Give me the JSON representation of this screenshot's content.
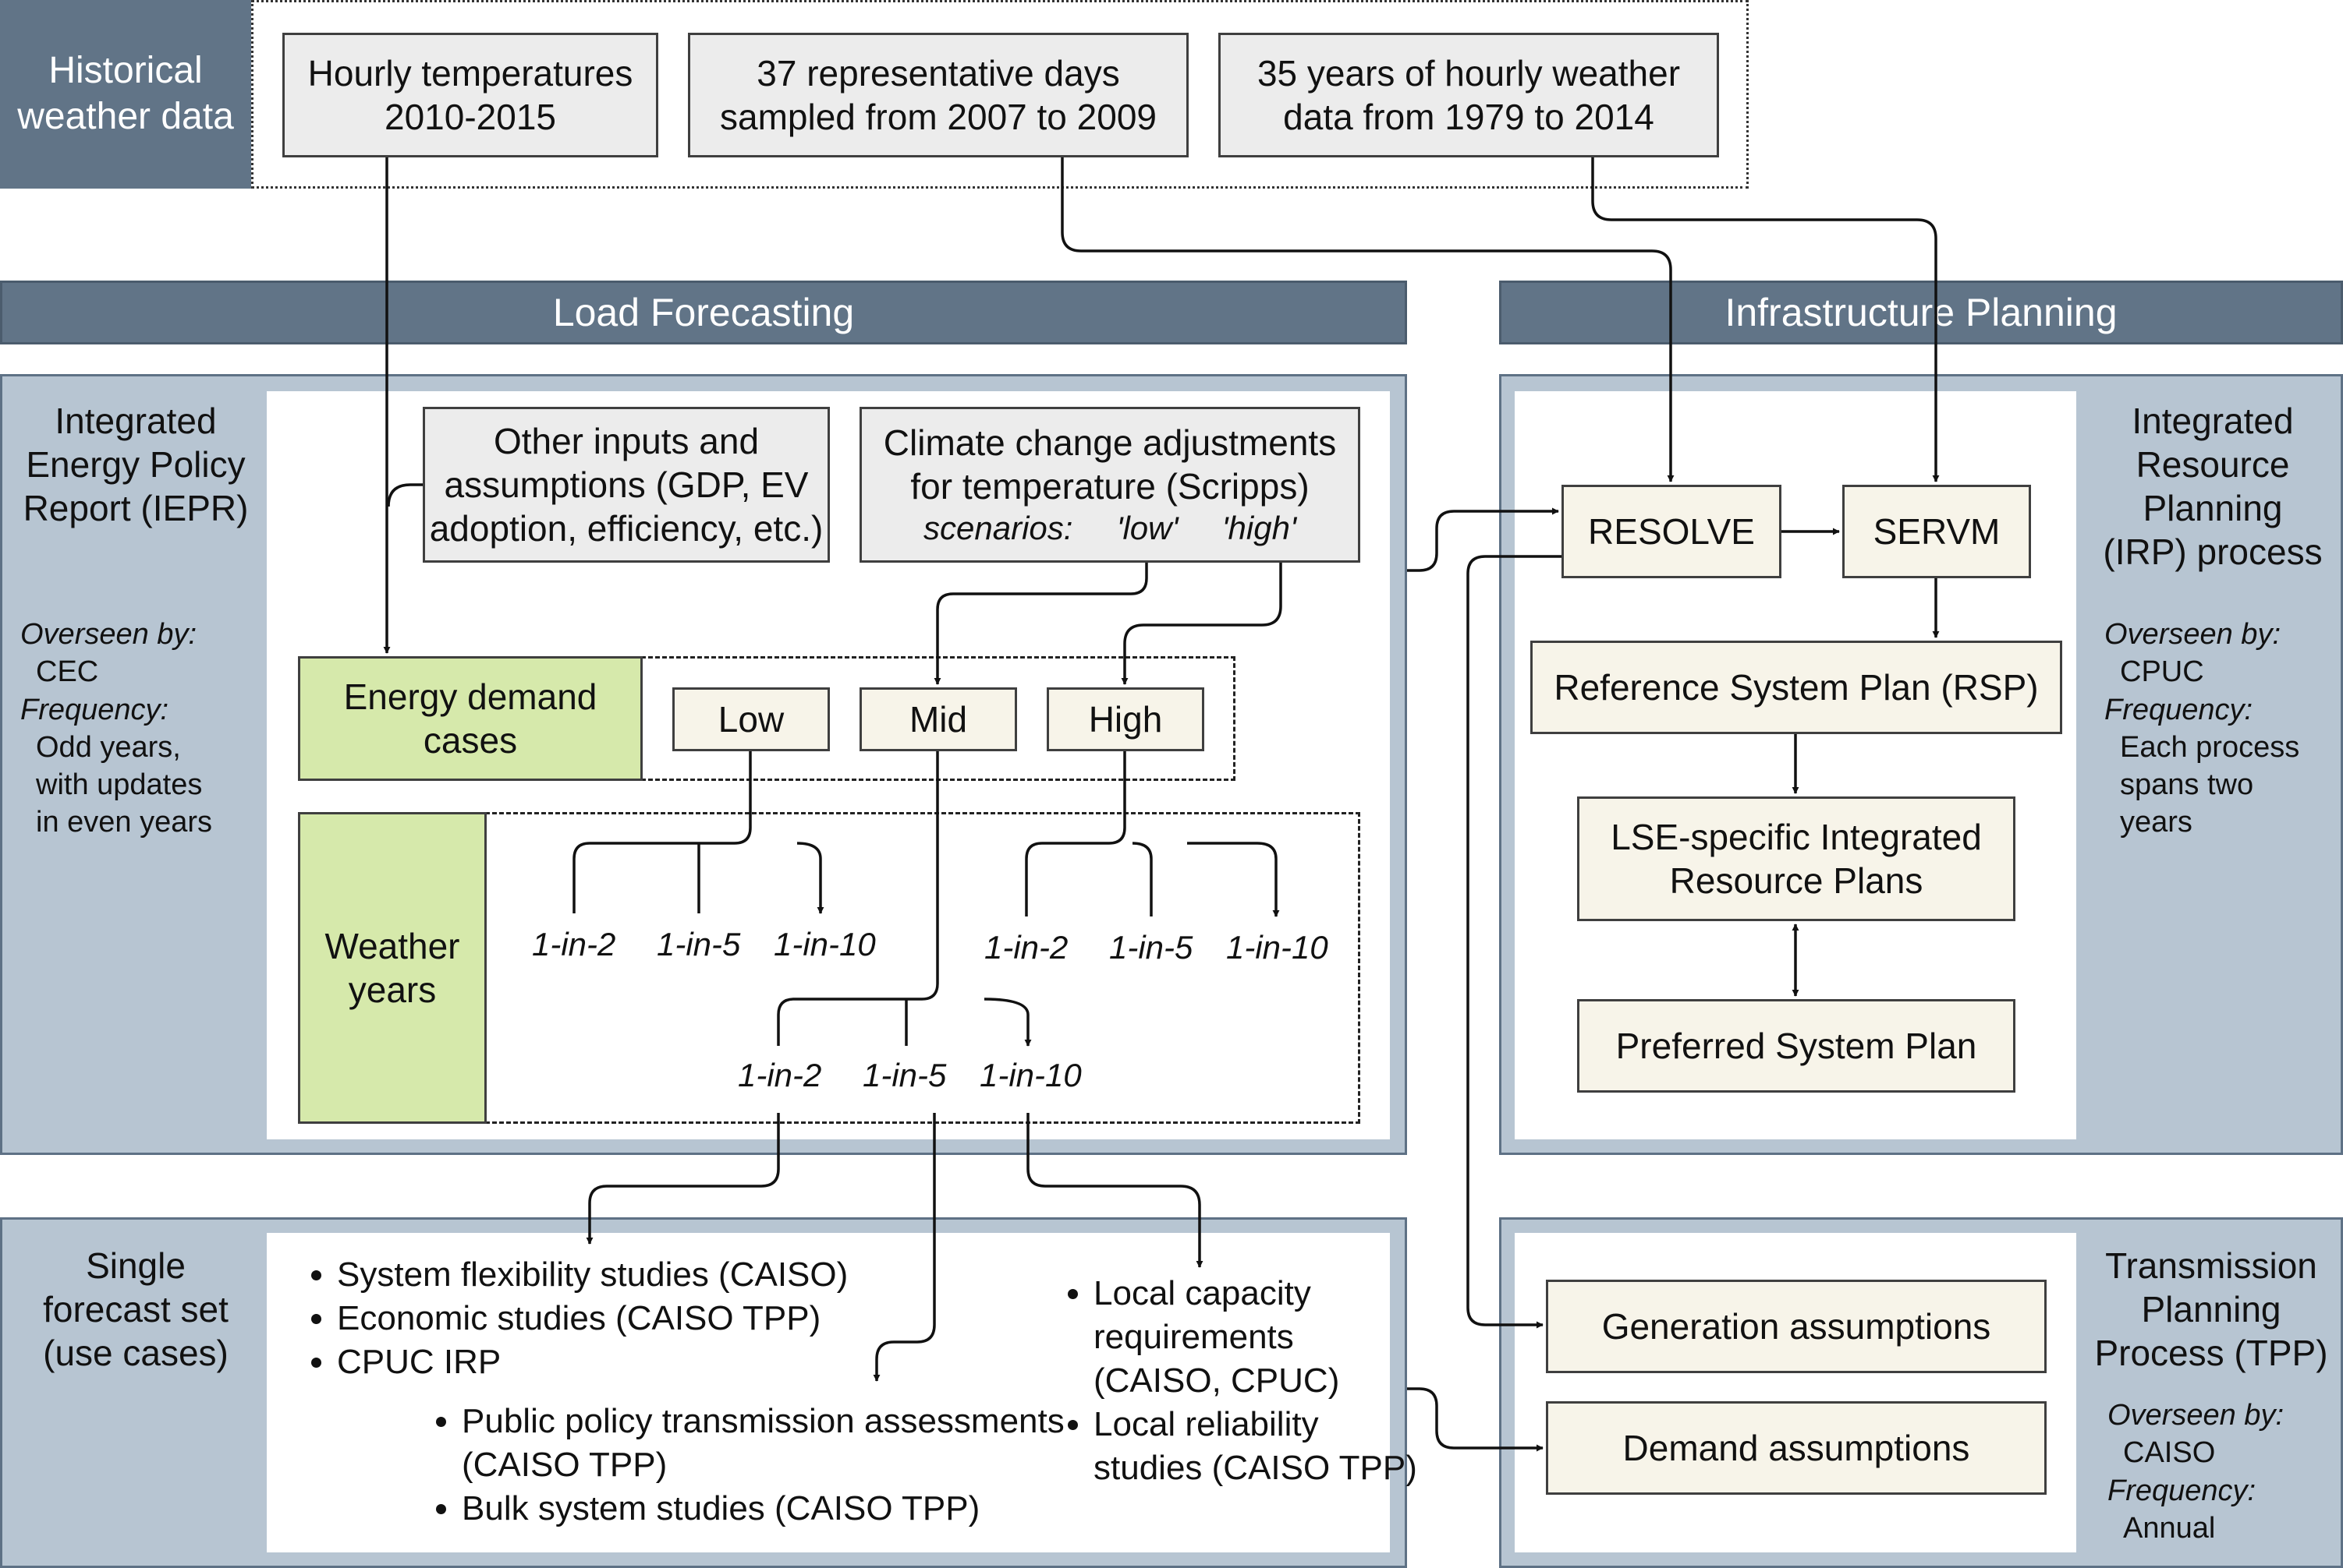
{
  "historical": {
    "title_line1": "Historical",
    "title_line2": "weather data",
    "sources": [
      {
        "line1": "Hourly temperatures",
        "line2": "2010-2015"
      },
      {
        "line1": "37 representative days",
        "line2": "sampled from 2007 to 2009"
      },
      {
        "line1": "35 years of hourly weather",
        "line2": "data from 1979 to 2014"
      }
    ]
  },
  "bars": {
    "load_forecasting": "Load Forecasting",
    "infrastructure_planning": "Infrastructure Planning"
  },
  "iepr": {
    "title_lines": [
      "Integrated",
      "Energy Policy",
      "Report (IEPR)"
    ],
    "overseen_label": "Overseen by:",
    "overseen_value": "CEC",
    "frequency_label": "Frequency:",
    "frequency_lines": [
      "Odd years,",
      "with updates",
      "in even years"
    ]
  },
  "other_inputs": {
    "lines": [
      "Other inputs and",
      "assumptions (GDP, EV",
      "adoption, efficiency, etc.)"
    ]
  },
  "climate": {
    "line1": "Climate change adjustments",
    "line2": "for temperature (Scripps)",
    "scenarios_label": "scenarios:",
    "scenario_low": "'low'",
    "scenario_high": "'high'"
  },
  "energy_demand": {
    "line1": "Energy demand",
    "line2": "cases"
  },
  "cases": [
    "Low",
    "Mid",
    "High"
  ],
  "weather_years": {
    "line1": "Weather",
    "line2": "years",
    "low": [
      "1-in-2",
      "1-in-5",
      "1-in-10"
    ],
    "high": [
      "1-in-2",
      "1-in-5",
      "1-in-10"
    ],
    "mid": [
      "1-in-2",
      "1-in-5",
      "1-in-10"
    ]
  },
  "irp": {
    "title_lines": [
      "Integrated",
      "Resource",
      "Planning",
      "(IRP) process"
    ],
    "overseen_label": "Overseen by:",
    "overseen_value": "CPUC",
    "frequency_label": "Frequency:",
    "frequency_lines": [
      "Each process",
      "spans two",
      "years"
    ],
    "resolve": "RESOLVE",
    "servm": "SERVM",
    "rsp": "Reference System Plan (RSP)",
    "lse_line1": "LSE-specific Integrated",
    "lse_line2": "Resource Plans",
    "psp": "Preferred System Plan"
  },
  "single": {
    "title_lines": [
      "Single",
      "forecast set",
      "(use cases)"
    ],
    "list_a": [
      "System flexibility studies (CAISO)",
      "Economic studies (CAISO TPP)",
      "CPUC IRP"
    ],
    "list_b": [
      "Public policy transmission assessments (CAISO TPP)",
      "Bulk system studies (CAISO TPP)"
    ],
    "list_c": [
      "Local capacity requirements (CAISO, CPUC)",
      "Local reliability studies (CAISO TPP)"
    ]
  },
  "tpp": {
    "title_lines": [
      "Transmission",
      "Planning",
      "Process (TPP)"
    ],
    "overseen_label": "Overseen by:",
    "overseen_value": "CAISO",
    "frequency_label": "Frequency:",
    "frequency_value": "Annual",
    "generation": "Generation assumptions",
    "demand": "Demand assumptions"
  }
}
